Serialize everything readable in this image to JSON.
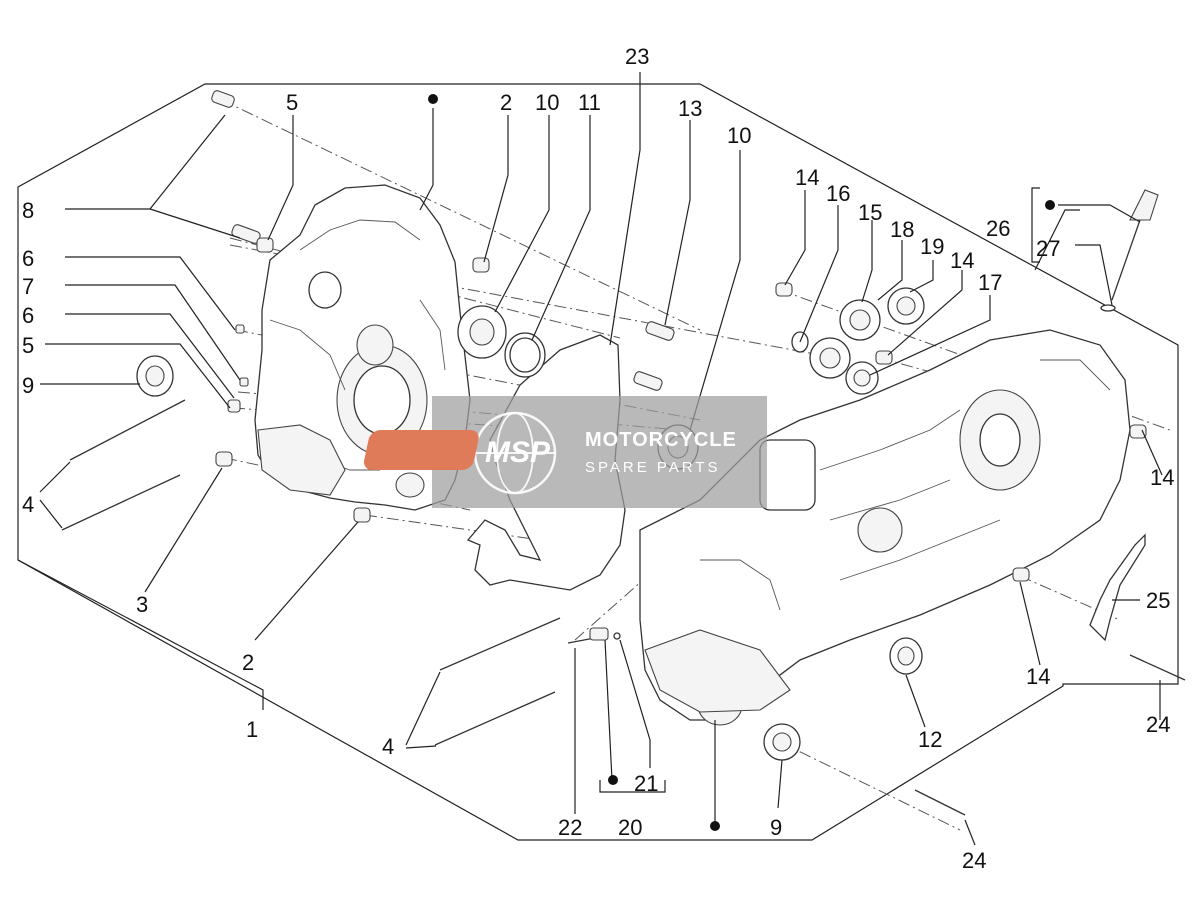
{
  "diagram": {
    "callouts": {
      "c1": "1",
      "c2a": "2",
      "c2b": "2",
      "c3": "3",
      "c4a": "4",
      "c4b": "4",
      "c5a": "5",
      "c5b": "5",
      "c6a": "6",
      "c6b": "6",
      "c7": "7",
      "c8": "8",
      "c9a": "9",
      "c9b": "9",
      "c10a": "10",
      "c10b": "10",
      "c11": "11",
      "c12": "12",
      "c13": "13",
      "c14a": "14",
      "c14b": "14",
      "c14c": "14",
      "c14d": "14",
      "c15": "15",
      "c16": "16",
      "c17": "17",
      "c18": "18",
      "c19": "19",
      "c20": "20",
      "c21": "21",
      "c22": "22",
      "c23": "23",
      "c24a": "24",
      "c24b": "24",
      "c25": "25",
      "c26": "26",
      "c27": "27"
    },
    "watermark": {
      "logo": "MSP",
      "line1": "MOTORCYCLE",
      "line2": "SPARE PARTS"
    }
  }
}
